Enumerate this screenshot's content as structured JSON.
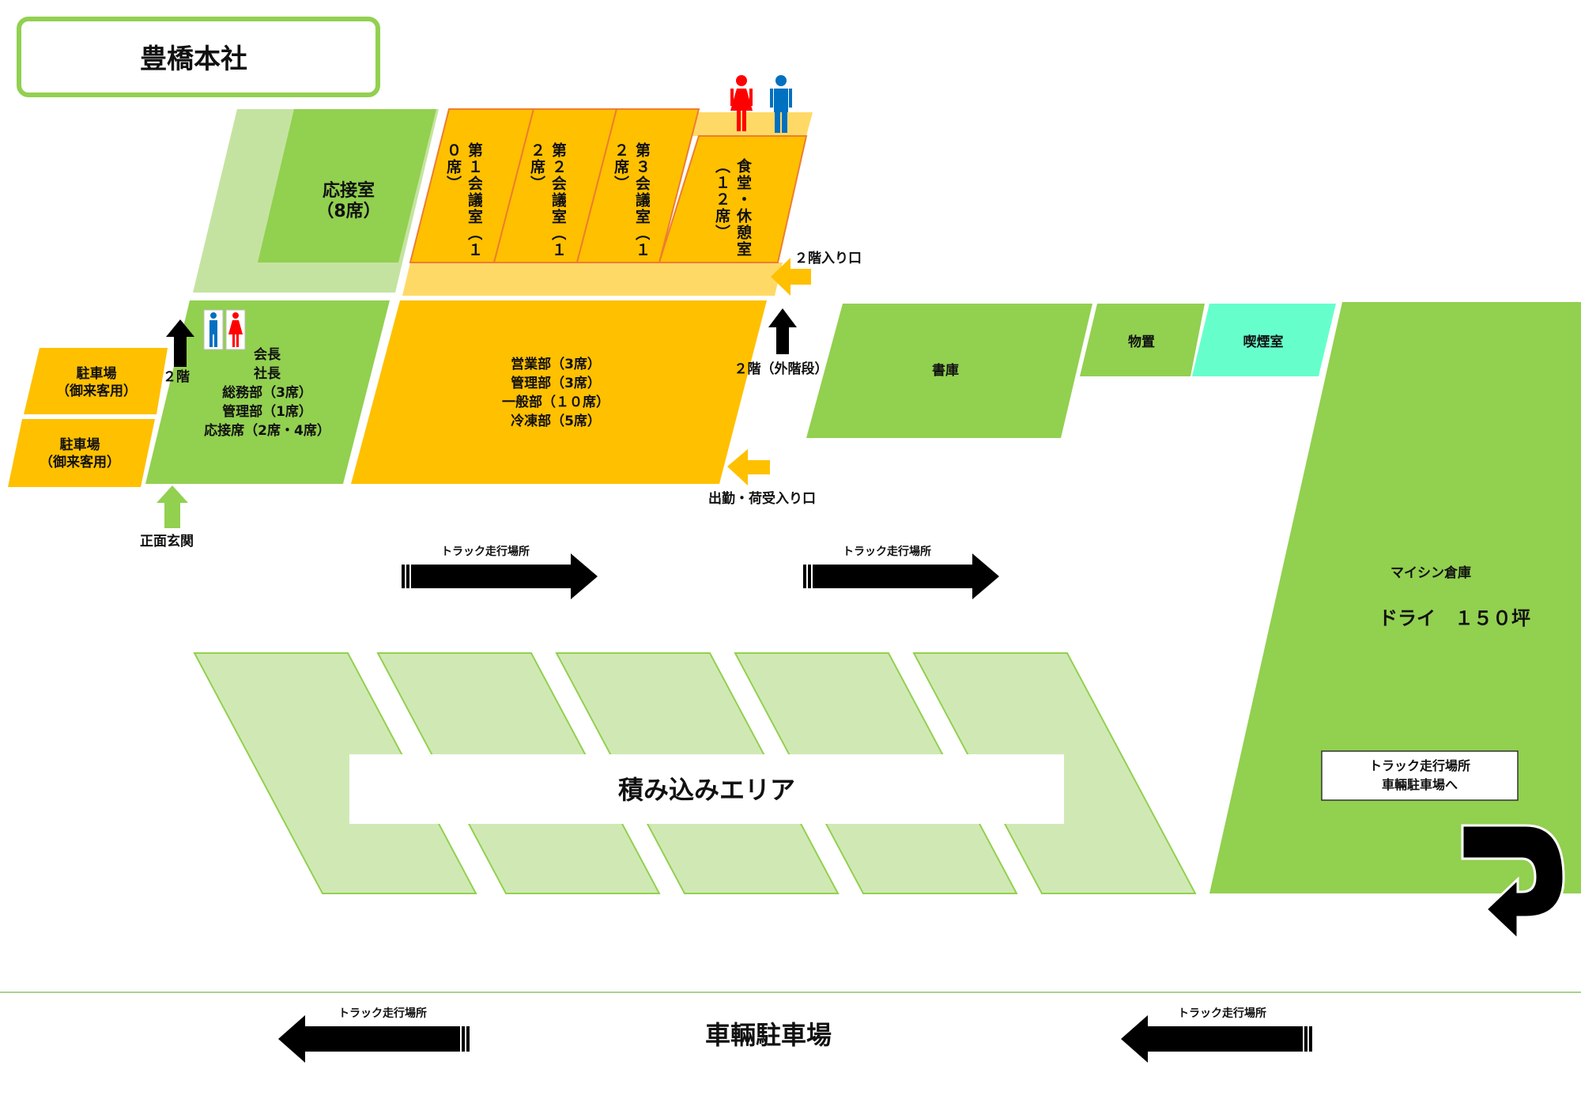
{
  "title": "豊橋本社",
  "colors": {
    "green": "#92d050",
    "light_green": "#c5e3a0",
    "pale_green": "#d0e9b4",
    "orange": "#ffc000",
    "light_orange": "#ffd966",
    "mint": "#66ffcc",
    "frame": "#92d050",
    "arrow": "#000000"
  },
  "rooms": {
    "reception": {
      "name": "応接室",
      "seats": "（8席）"
    },
    "meeting1": "第１会議室（１０席）",
    "meeting2": "第２会議室（１２席）",
    "meeting3": "第３会議室（１２席）",
    "cafeteria": "食堂・休憩室（１２席）",
    "executive": [
      "会長",
      "社長",
      "総務部（3席）",
      "管理部（1席）",
      "応接席（2席・4席）"
    ],
    "office": [
      "営業部（3席）",
      "管理部（3席）",
      "一般部（１０席）",
      "冷凍部（5席）"
    ],
    "parking1": [
      "駐車場",
      "（御来客用）"
    ],
    "parking2": [
      "駐車場",
      "（御来客用）"
    ],
    "library": "書庫",
    "storage": "物置",
    "smoking": "喫煙室",
    "warehouse": {
      "name": "マイシン倉庫",
      "spec": "ドライ　１５０坪"
    }
  },
  "labels": {
    "floor2_entrance": "２階入り口",
    "floor2": "２階",
    "floor2_outer": "２階（外階段）",
    "staff_entrance": "出勤・荷受入り口",
    "front_entrance": "正面玄関",
    "truck_lane": "トラック走行場所",
    "truck_note": [
      "トラック走行場所",
      "車輛駐車場へ"
    ],
    "loading_area": "積み込みエリア",
    "vehicle_parking": "車輛駐車場"
  },
  "icons": [
    "female-restroom-icon",
    "male-restroom-icon",
    "arrow-up-icon",
    "arrow-left-icon",
    "arrow-right-icon",
    "u-turn-arrow-icon"
  ]
}
